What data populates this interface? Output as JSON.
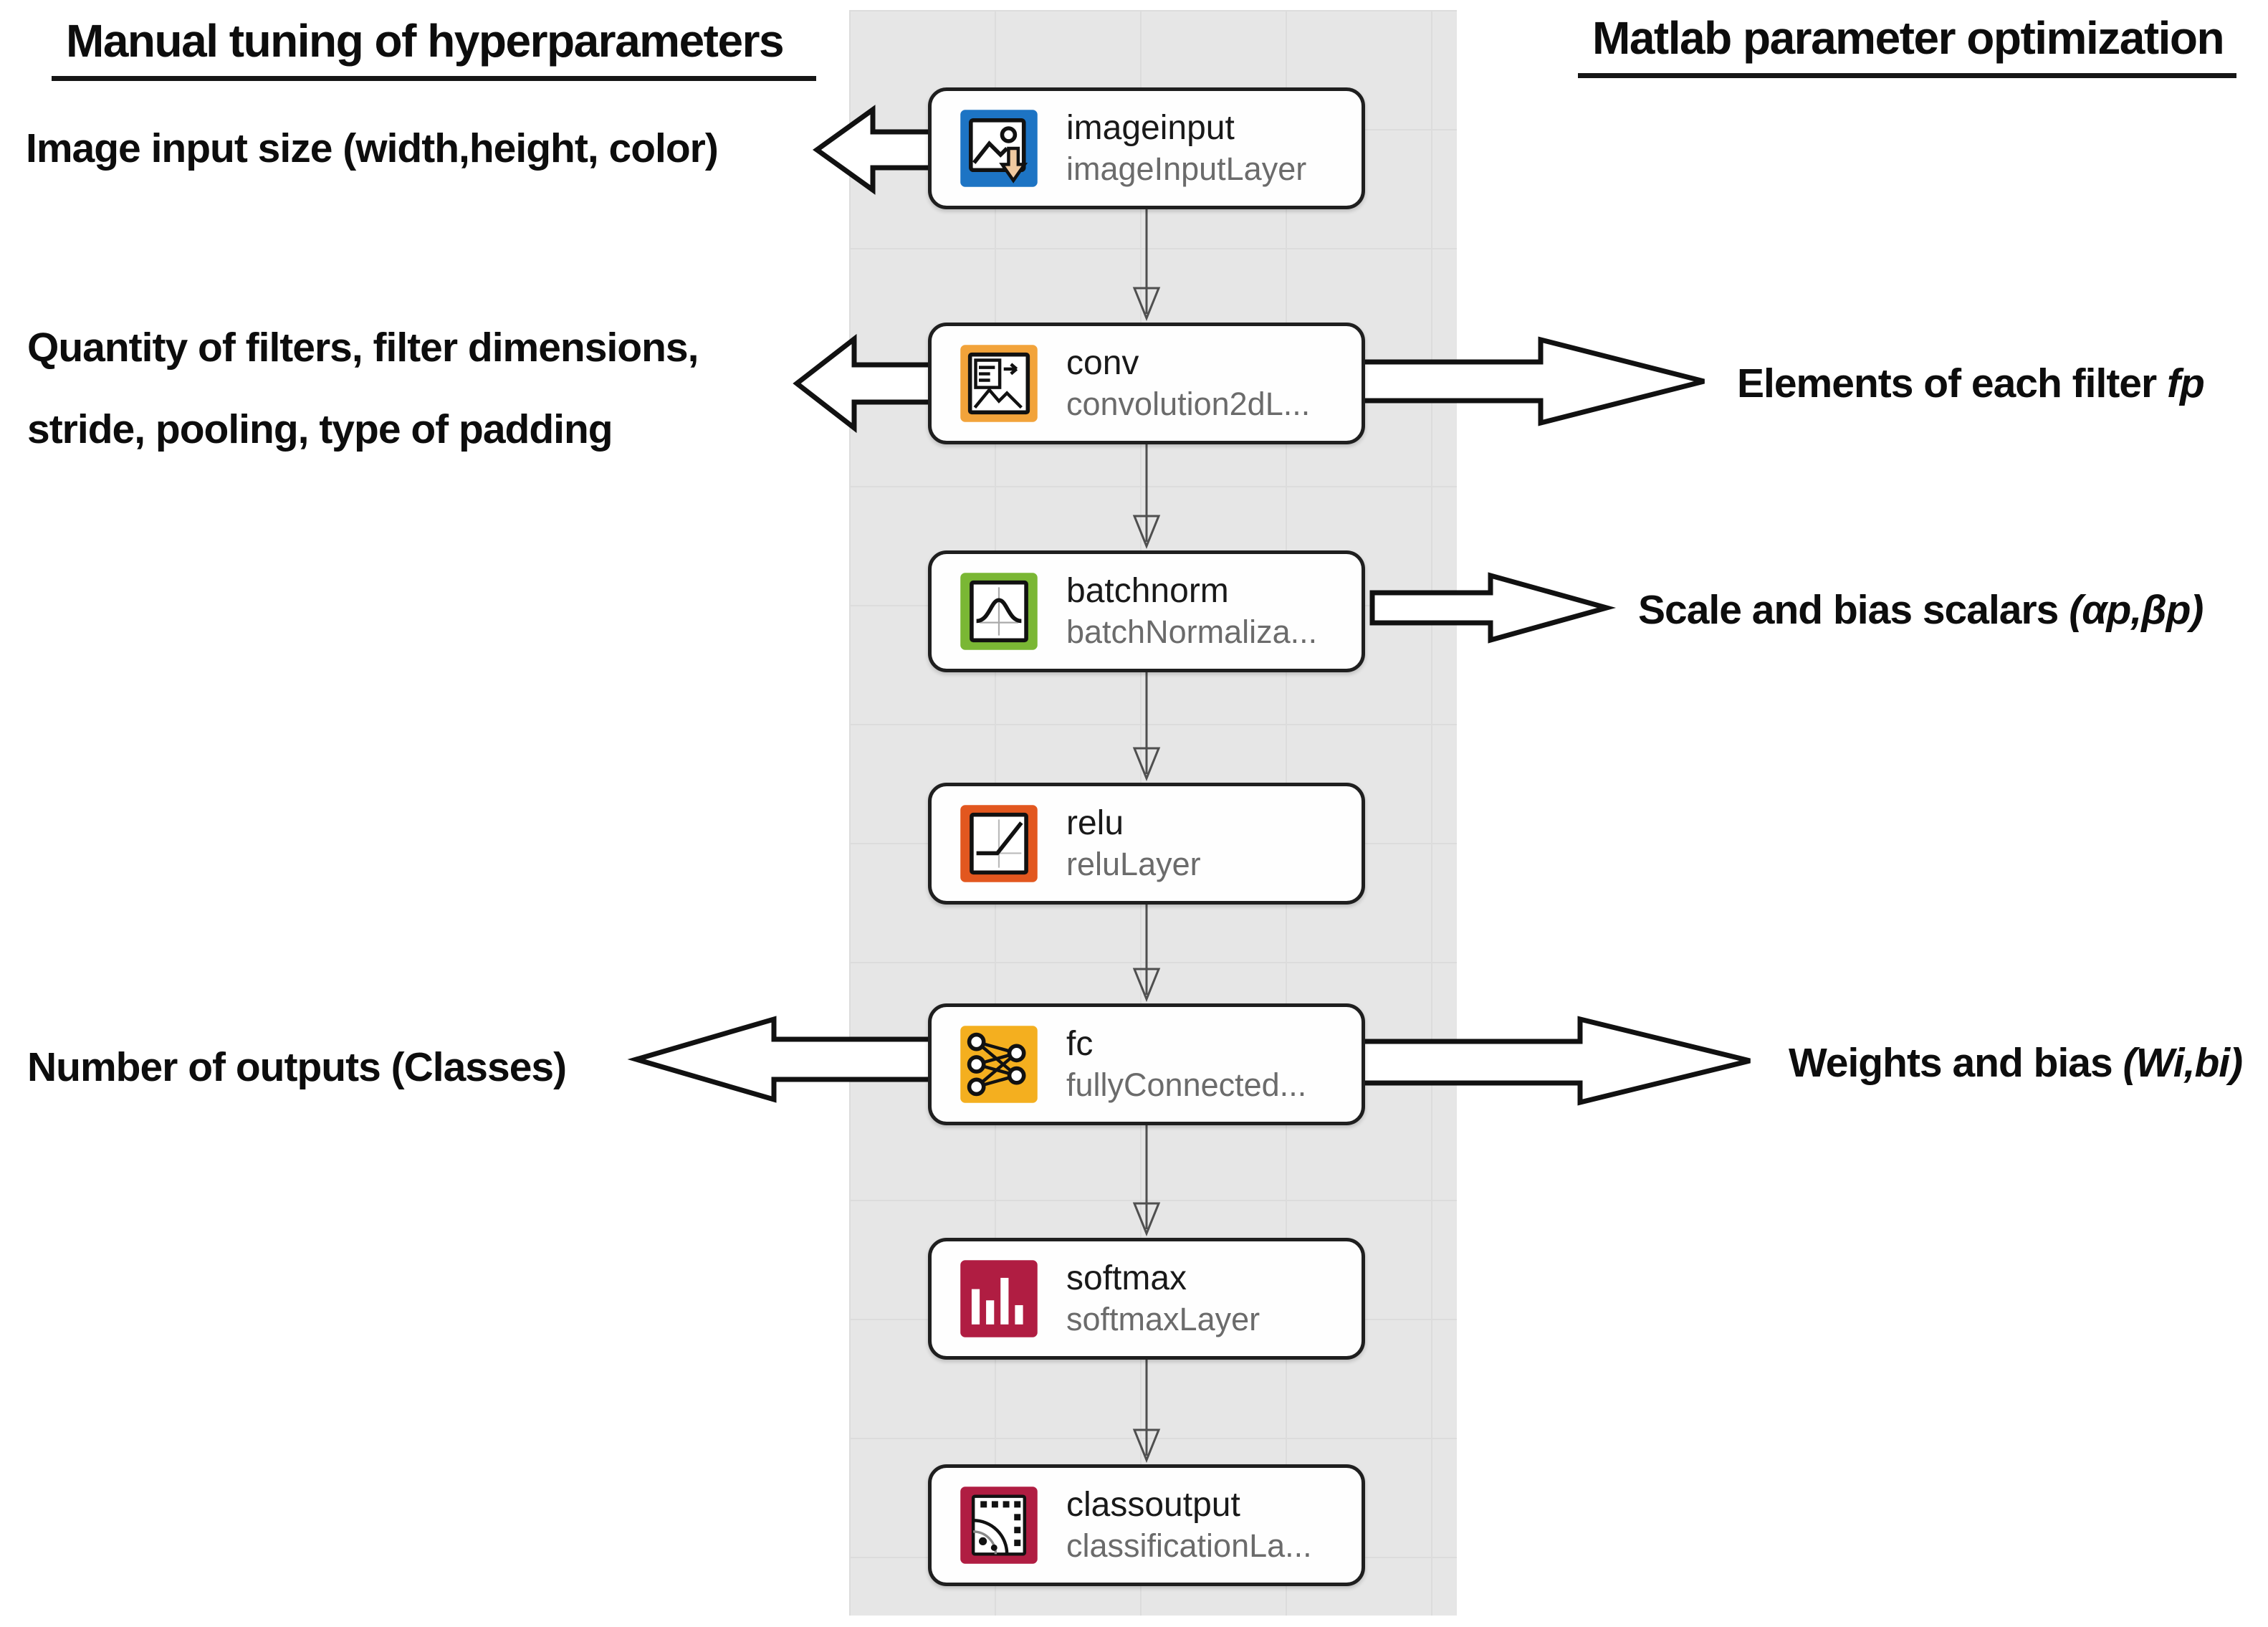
{
  "headings": {
    "left": "Manual tuning of hyperparameters",
    "right": "Matlab parameter optimization"
  },
  "left_annotations": [
    {
      "target": "imageinput",
      "lines": [
        "Image input size (width,height, color)"
      ]
    },
    {
      "target": "conv",
      "lines": [
        "Quantity of filters, filter dimensions,",
        "stride, pooling, type of padding"
      ]
    },
    {
      "target": "fc",
      "lines": [
        "Number of outputs (Classes)"
      ]
    }
  ],
  "right_annotations": [
    {
      "source": "conv",
      "prefix": "Elements of each filter ",
      "math": "fp"
    },
    {
      "source": "batchnorm",
      "prefix": "Scale and bias scalars ",
      "math": "(αp,βp)"
    },
    {
      "source": "fc",
      "prefix": "Weights and bias ",
      "math": "(Wi,bi)"
    }
  ],
  "layers": [
    {
      "name": "imageinput",
      "type": "imageInputLayer",
      "icon": "image-input-icon",
      "color": "#1d74c4"
    },
    {
      "name": "conv",
      "type": "convolution2dL...",
      "icon": "convolution-icon",
      "color": "#f2a33a"
    },
    {
      "name": "batchnorm",
      "type": "batchNormaliza...",
      "icon": "batchnorm-icon",
      "color": "#7ab734"
    },
    {
      "name": "relu",
      "type": "reluLayer",
      "icon": "relu-icon",
      "color": "#e2571f"
    },
    {
      "name": "fc",
      "type": "fullyConnected...",
      "icon": "fully-connected-icon",
      "color": "#f4af1f"
    },
    {
      "name": "softmax",
      "type": "softmaxLayer",
      "icon": "softmax-icon",
      "color": "#b01d42"
    },
    {
      "name": "classoutput",
      "type": "classificationLa...",
      "icon": "classoutput-icon",
      "color": "#b01d42"
    }
  ],
  "colors": {
    "canvas_bg": "#e6e6e6",
    "grid_line": "#dcdcdc",
    "block_border": "#1f1f1f",
    "arrow_outline": "#111111",
    "connector": "#4f4f4f",
    "layer_type_text": "#6b6b6b"
  }
}
